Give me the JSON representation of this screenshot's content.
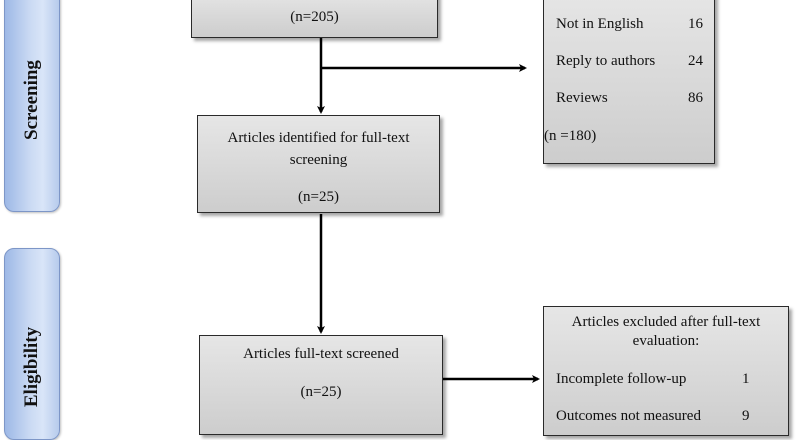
{
  "phases": {
    "screening": "Screening",
    "eligibility": "Eligibility"
  },
  "boxes": {
    "top_partial": {
      "count": "(n=205)"
    },
    "excluded_screening": {
      "rows": [
        {
          "label": "Not in English",
          "value": "16"
        },
        {
          "label": "Reply to authors",
          "value": "24"
        },
        {
          "label": "Reviews",
          "value": "86"
        }
      ],
      "total": "(n =180)"
    },
    "fulltext_identified": {
      "line1": "Articles identified for full-text",
      "line2": "screening",
      "count": "(n=25)"
    },
    "fulltext_screened": {
      "line1": "Articles full-text screened",
      "count": "(n=25)"
    },
    "excluded_fulltext": {
      "line1": "Articles excluded after full-text",
      "line2": "evaluation:",
      "rows": [
        {
          "label": "Incomplete follow-up",
          "value": "1"
        },
        {
          "label": "Outcomes not measured",
          "value": "9"
        }
      ]
    }
  }
}
